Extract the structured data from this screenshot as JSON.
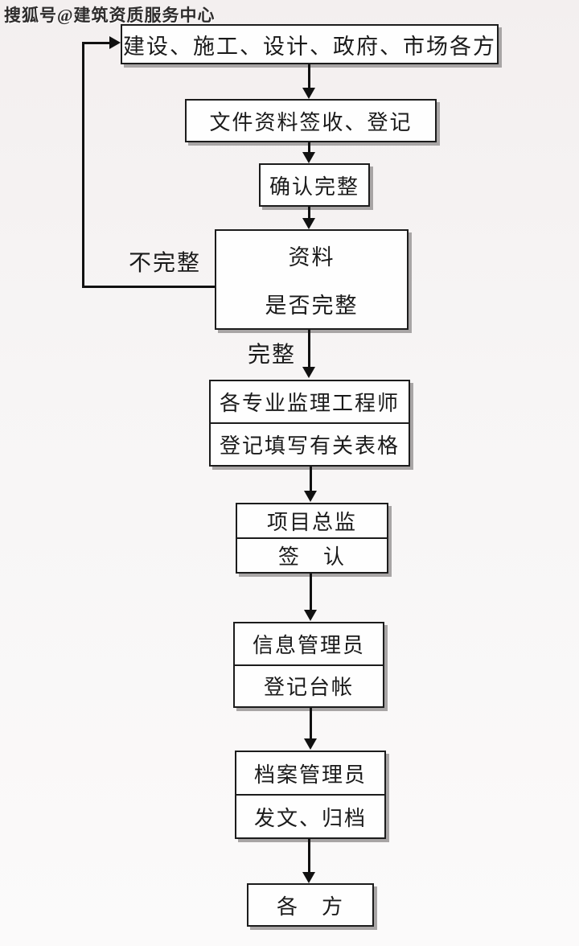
{
  "watermark": "搜狐号@建筑资质服务中心",
  "labels": {
    "incomplete": "不完整",
    "complete": "完整"
  },
  "nodes": [
    {
      "name": "parties-source",
      "lines": [
        "建设、施工、设计、政府、市场各方"
      ]
    },
    {
      "name": "sign-in-register",
      "lines": [
        "文件资料签收、登记"
      ]
    },
    {
      "name": "confirm-complete",
      "lines": [
        "确认完整"
      ]
    },
    {
      "name": "decision-data-complete",
      "lines": [
        "资料",
        "是否完整"
      ]
    },
    {
      "name": "supervising-engineers",
      "lines": [
        "各专业监理工程师",
        "登记填写有关表格"
      ]
    },
    {
      "name": "chief-supervisor",
      "lines": [
        "项目总监",
        "签　认"
      ]
    },
    {
      "name": "information-manager",
      "lines": [
        "信息管理员",
        "登记台帐"
      ]
    },
    {
      "name": "archive-manager",
      "lines": [
        "档案管理员",
        "发文、归档"
      ]
    },
    {
      "name": "all-parties",
      "lines": [
        "各　方"
      ]
    }
  ],
  "colors": {
    "background": "#f5f2f2",
    "box_fill": "#fefefe",
    "box_border": "#1c1c1c",
    "box_shadow": "#a8a5a5",
    "line": "#111111",
    "text": "#1a1a1a"
  }
}
